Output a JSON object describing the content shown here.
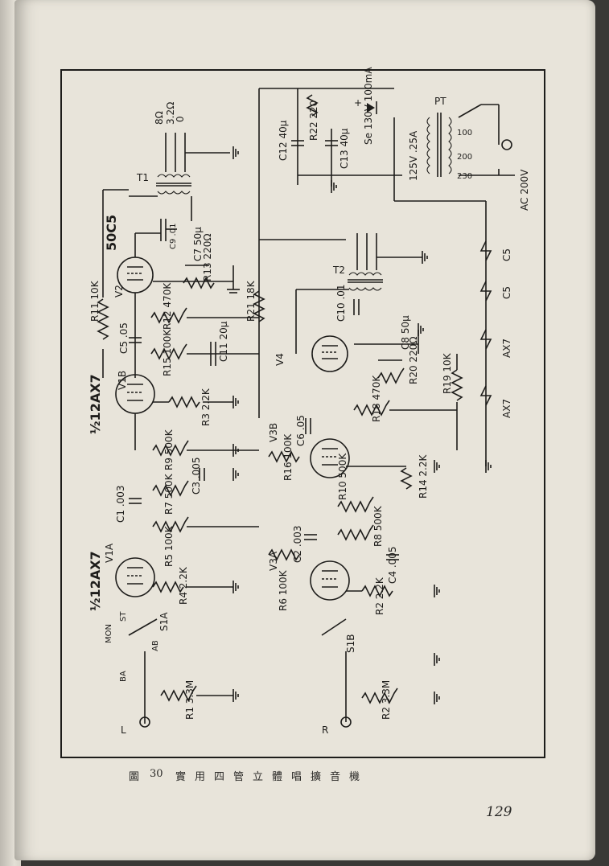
{
  "labels": {
    "tubes": {
      "output_left": "50C5",
      "v2": "V2",
      "v1b": "V1B",
      "v1a": "V1A",
      "half_12ax7_top": "½12AX7",
      "half_12ax7_bottom": "½12AX7",
      "v4": "V4",
      "v3b": "V3B",
      "v3a": "V3A"
    },
    "transformers": {
      "t1": "T1",
      "t2": "T2",
      "pt": "PT"
    },
    "taps": [
      "8Ω",
      "3.2Ω",
      "0"
    ],
    "power": {
      "c12": "C12 40μ",
      "r22": "R22 220",
      "c13": "C13 40μ",
      "se": "Se 130V 100mA",
      "heater": "125V .25A",
      "tap100": "100",
      "tap200": "200",
      "tap230": "230",
      "ac": "AC 200V",
      "plus": "+"
    },
    "left": {
      "c9": "C9 .01",
      "c7": "C7 50μ",
      "r13": "R13 220Ω",
      "r11": "R11 10K",
      "r12": "R12 470K",
      "c5": "C5 .05",
      "c11": "C11 20μ",
      "r21": "R21 18K",
      "r15": "R15 100K",
      "r3": "R3 2.2K",
      "r9": "R9 500K",
      "c3": "C3 .005",
      "r7": "R7 500K",
      "c1": "C1 .003",
      "r5": "R5 100K",
      "r4": "R4 2.2K",
      "r1": "R1 3.3M",
      "s1a": "S1A",
      "mon": "MON",
      "st": "ST",
      "ba": "BA",
      "ab": "AB",
      "l": "L"
    },
    "right": {
      "c10": "C10 .01",
      "c8": "C8 50μ",
      "r20": "R20 220Ω",
      "r19": "R19 10K",
      "r18": "R18 470K",
      "c6": "C6 .05",
      "r16": "R16 100K",
      "r14": "R14 2.2K",
      "r10": "R10 500K",
      "r8": "R8 500K",
      "c4": "C4 .005",
      "c2": "C2 .003",
      "r6": "R6 100K",
      "r2b": "R2 2.2K",
      "r2": "R2 3.3M",
      "s1b": "S1B",
      "r": "R"
    },
    "heater_string": [
      "C5",
      "C5",
      "AX7",
      "AX7"
    ]
  },
  "caption": [
    "圖",
    "30",
    "實",
    "用",
    "四",
    "管",
    "立",
    "體",
    "唱",
    "擴",
    "音",
    "機"
  ],
  "page_number": "129"
}
